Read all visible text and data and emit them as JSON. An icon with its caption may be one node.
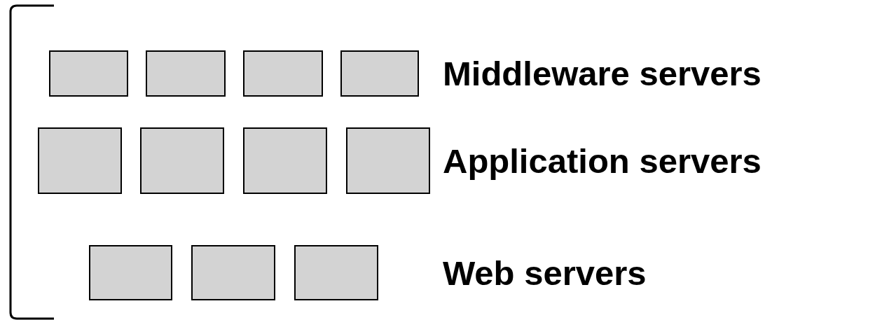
{
  "diagram": {
    "nodes": [
      {
        "text": [],
        "shape": "box"
      },
      {
        "text": [],
        "shape": "box"
      },
      {
        "text": [],
        "shape": "box"
      },
      {
        "text": [],
        "shape": "box"
      },
      {
        "text": [],
        "shape": "box"
      },
      {
        "text": [],
        "shape": "box"
      },
      {
        "text": [],
        "shape": "box"
      },
      {
        "text": [],
        "shape": "box"
      },
      {
        "text": [],
        "shape": "box"
      },
      {
        "text": [],
        "shape": "box"
      },
      {
        "text": [],
        "shape": "box"
      }
    ],
    "labels": [
      "Middleware servers",
      "Application servers",
      "Web servers"
    ]
  }
}
